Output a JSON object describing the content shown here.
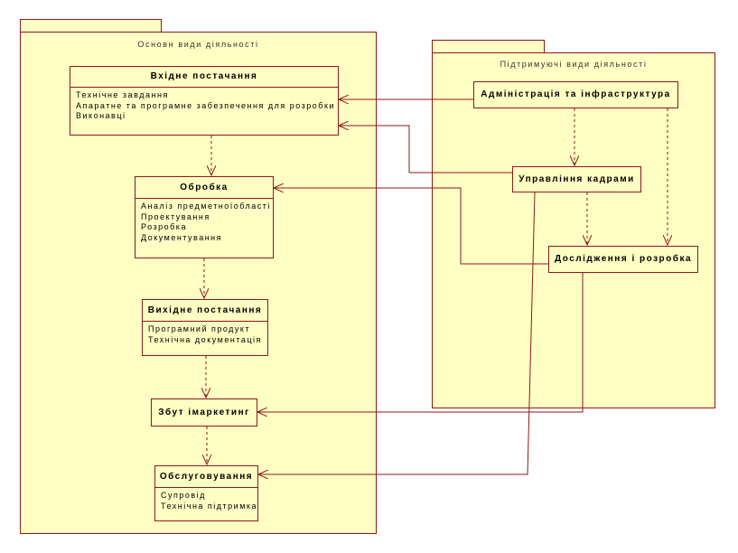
{
  "packages": {
    "main": {
      "title": "Основн види діяльності"
    },
    "support": {
      "title": "Підтримуючі види діяльності"
    }
  },
  "classes": {
    "inbound": {
      "name": "Вхідне постачання",
      "items": [
        "Технічне завдання",
        "Апаратне та програмне забезпечення для розробки",
        "Виконавці"
      ]
    },
    "processing": {
      "name": "Обробка",
      "items": [
        "Аналіз предметноїобласті",
        "Проектування",
        "Розробка",
        "Документування"
      ]
    },
    "outbound": {
      "name": "Вихідне постачання",
      "items": [
        "Програмний продукт",
        "Технічна документація"
      ]
    },
    "sales": {
      "name": "Збут імаркетинг"
    },
    "service": {
      "name": "Обслуговування",
      "items": [
        "Супровід",
        "Технічна підтримка"
      ]
    },
    "admin": {
      "name": "Адміністрація та інфраструктура"
    },
    "hr": {
      "name": "Управління кадрами"
    },
    "rnd": {
      "name": "Дослідження і розробка"
    }
  },
  "colors": {
    "border": "#8b1a1a",
    "fill": "#ffffc4"
  }
}
